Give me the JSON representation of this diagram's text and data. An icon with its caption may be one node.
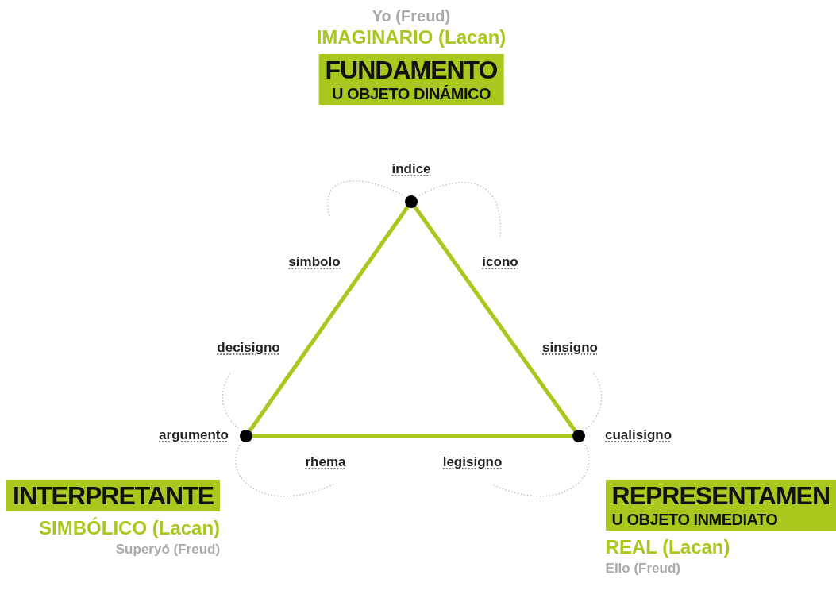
{
  "diagram": {
    "nodes": [
      {
        "text": [
          "FUNDAMENTO",
          "U OBJETO DINÁMICO"
        ],
        "beside": [
          "Yo (Freud)",
          "IMAGINARIO (Lacan)"
        ]
      },
      {
        "text": [],
        "shape": "circle",
        "beside": [
          "índice"
        ]
      },
      {
        "text": [],
        "shape": "circle",
        "beside": [
          "argumento"
        ]
      },
      {
        "text": [],
        "shape": "circle",
        "beside": [
          "cualisigno"
        ]
      },
      {
        "text": [
          "INTERPRETANTE"
        ],
        "beside": [
          "SIMBÓLICO (Lacan)",
          "Superyó (Freud)"
        ]
      },
      {
        "text": [
          "REPRESENTAMEN",
          "U OBJETO INMEDIATO"
        ],
        "beside": [
          "REAL (Lacan)",
          "Ello (Freud)"
        ]
      }
    ],
    "edges": [
      {
        "from": 1,
        "to": 2,
        "arrow": "none"
      },
      {
        "from": 1,
        "to": 3,
        "arrow": "none"
      },
      {
        "from": 2,
        "to": 3,
        "arrow": "none"
      }
    ],
    "labels": [
      "símbolo",
      "ícono",
      "decisigno",
      "sinsigno",
      "rhema",
      "legisigno"
    ]
  }
}
